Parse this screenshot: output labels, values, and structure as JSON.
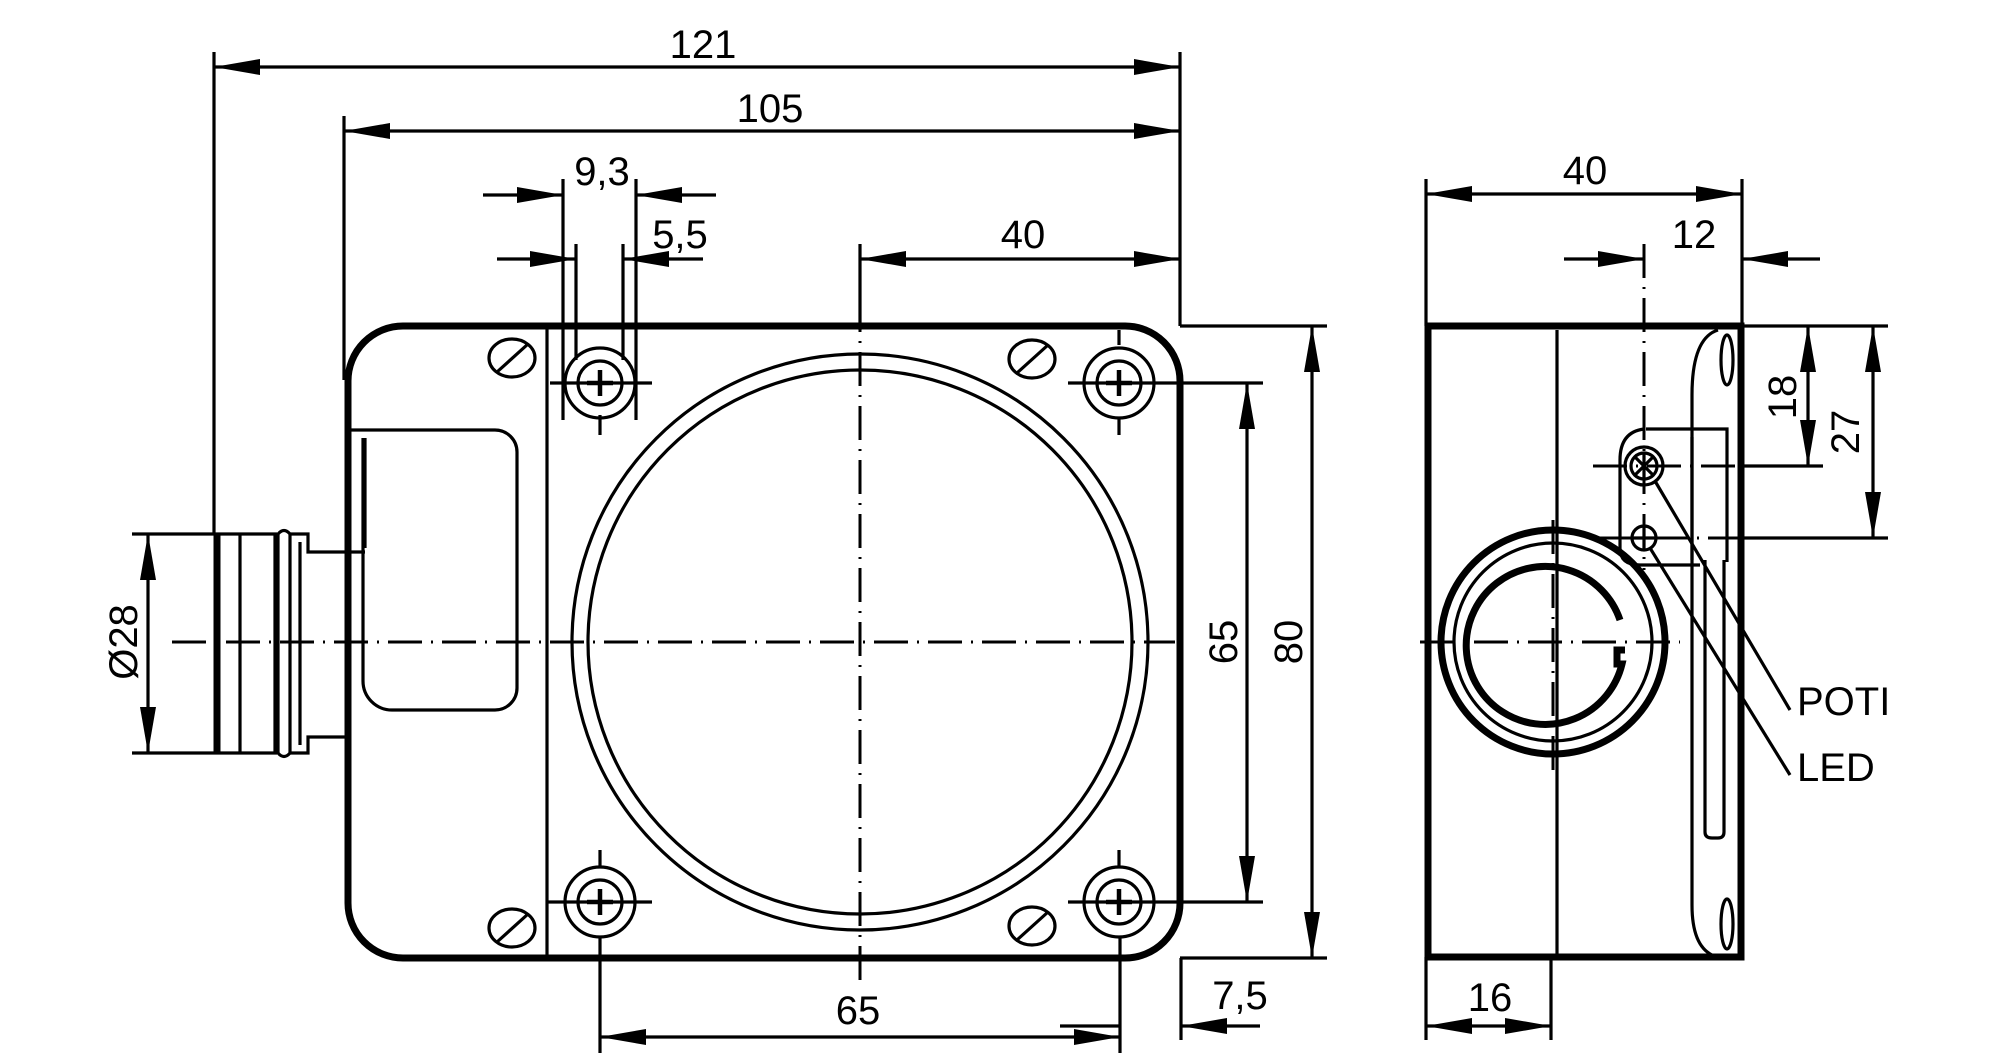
{
  "drawing": {
    "type": "technical dimension drawing",
    "units": "mm",
    "views": [
      "front-view",
      "side-view"
    ]
  },
  "front_view": {
    "dimensions": {
      "overall_length": "121",
      "housing_length": "105",
      "slot_width_outer": "9,3",
      "slot_width_inner": "5,5",
      "hole_to_center": "40",
      "hole_spacing_vertical": "65",
      "housing_height": "80",
      "hole_spacing_horizontal": "65",
      "hole_edge_offset": "7,5",
      "connector_diameter": "Ø28"
    }
  },
  "side_view": {
    "dimensions": {
      "depth": "40",
      "poti_offset": "12",
      "poti_height": "18",
      "led_height": "27",
      "connector_offset": "16"
    },
    "callouts": {
      "poti": "POTI",
      "led": "LED"
    }
  },
  "colors": {
    "line": "#000000",
    "background": "#ffffff"
  }
}
